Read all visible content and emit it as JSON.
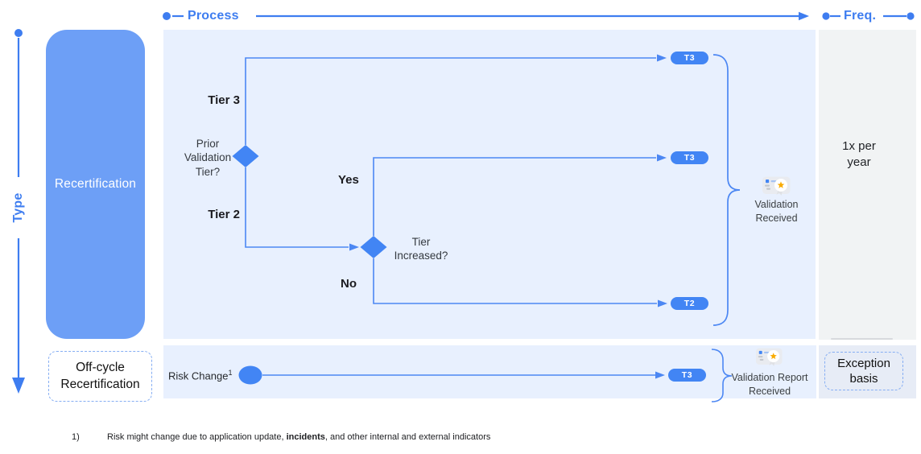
{
  "axes": {
    "process_label": "Process",
    "freq_label": "Freq.",
    "type_label": "Type"
  },
  "recertification_row": {
    "type_label": "Recertification",
    "frequency": "1x per year",
    "decision1": {
      "question": "Prior Validation Tier?",
      "top_branch": "Tier 3",
      "bottom_branch": "Tier 2"
    },
    "decision2": {
      "question": "Tier Increased?",
      "top_branch": "Yes",
      "bottom_branch": "No"
    },
    "outcome_top": "T3",
    "outcome_mid": "T3",
    "outcome_bottom": "T2",
    "result_label": "Validation Received"
  },
  "offcycle_row": {
    "type_label": "Off-cycle Recertification",
    "frequency": "Exception basis",
    "trigger_label": "Risk Change",
    "trigger_footnote_ref": "1",
    "outcome": "T3",
    "result_label": "Validation Report Received"
  },
  "footnote": {
    "marker": "1)",
    "text_start": "Risk might change due to application update, ",
    "text_bold": "incidents",
    "text_end": ", and other internal and external indicators"
  },
  "colors": {
    "accent_blue": "#4285f4",
    "axis_blue": "#3e7df0",
    "recert_box_blue": "#6d9ff6",
    "panel_blue": "#e8f0fe",
    "freq_gray": "#f1f3f4",
    "freq_cell_blue": "#e7ecf6",
    "star_gold": "#f9ab00"
  }
}
